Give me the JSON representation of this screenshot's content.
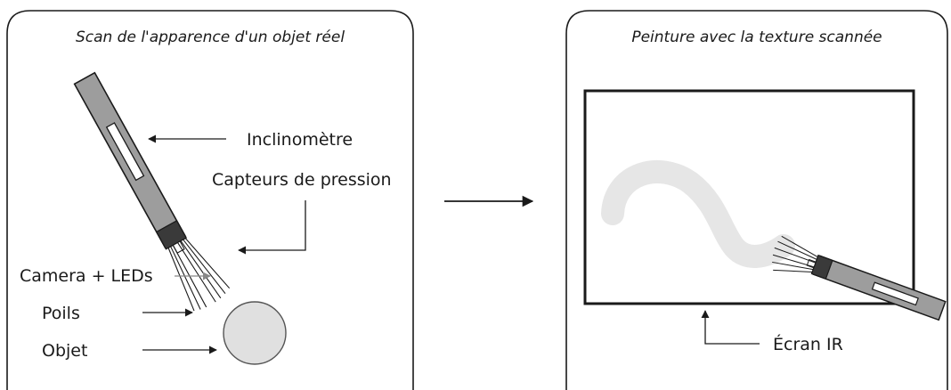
{
  "left_panel": {
    "title": "Scan de l'apparence d'un objet réel",
    "labels": {
      "inclinometer": "Inclinomètre",
      "pressure_sensors": "Capteurs de pression",
      "camera_leds": "Camera + LEDs",
      "bristles": "Poils",
      "object": "Objet"
    }
  },
  "right_panel": {
    "title": "Peinture avec la texture scannée",
    "labels": {
      "ir_screen": "Écran IR"
    }
  },
  "colors": {
    "brush_body": "#9d9d9d",
    "brush_head": "#3a3a3a",
    "object_fill": "#e0e0e0",
    "stroke_trail": "#e6e6e6",
    "line": "#1a1a1a"
  }
}
